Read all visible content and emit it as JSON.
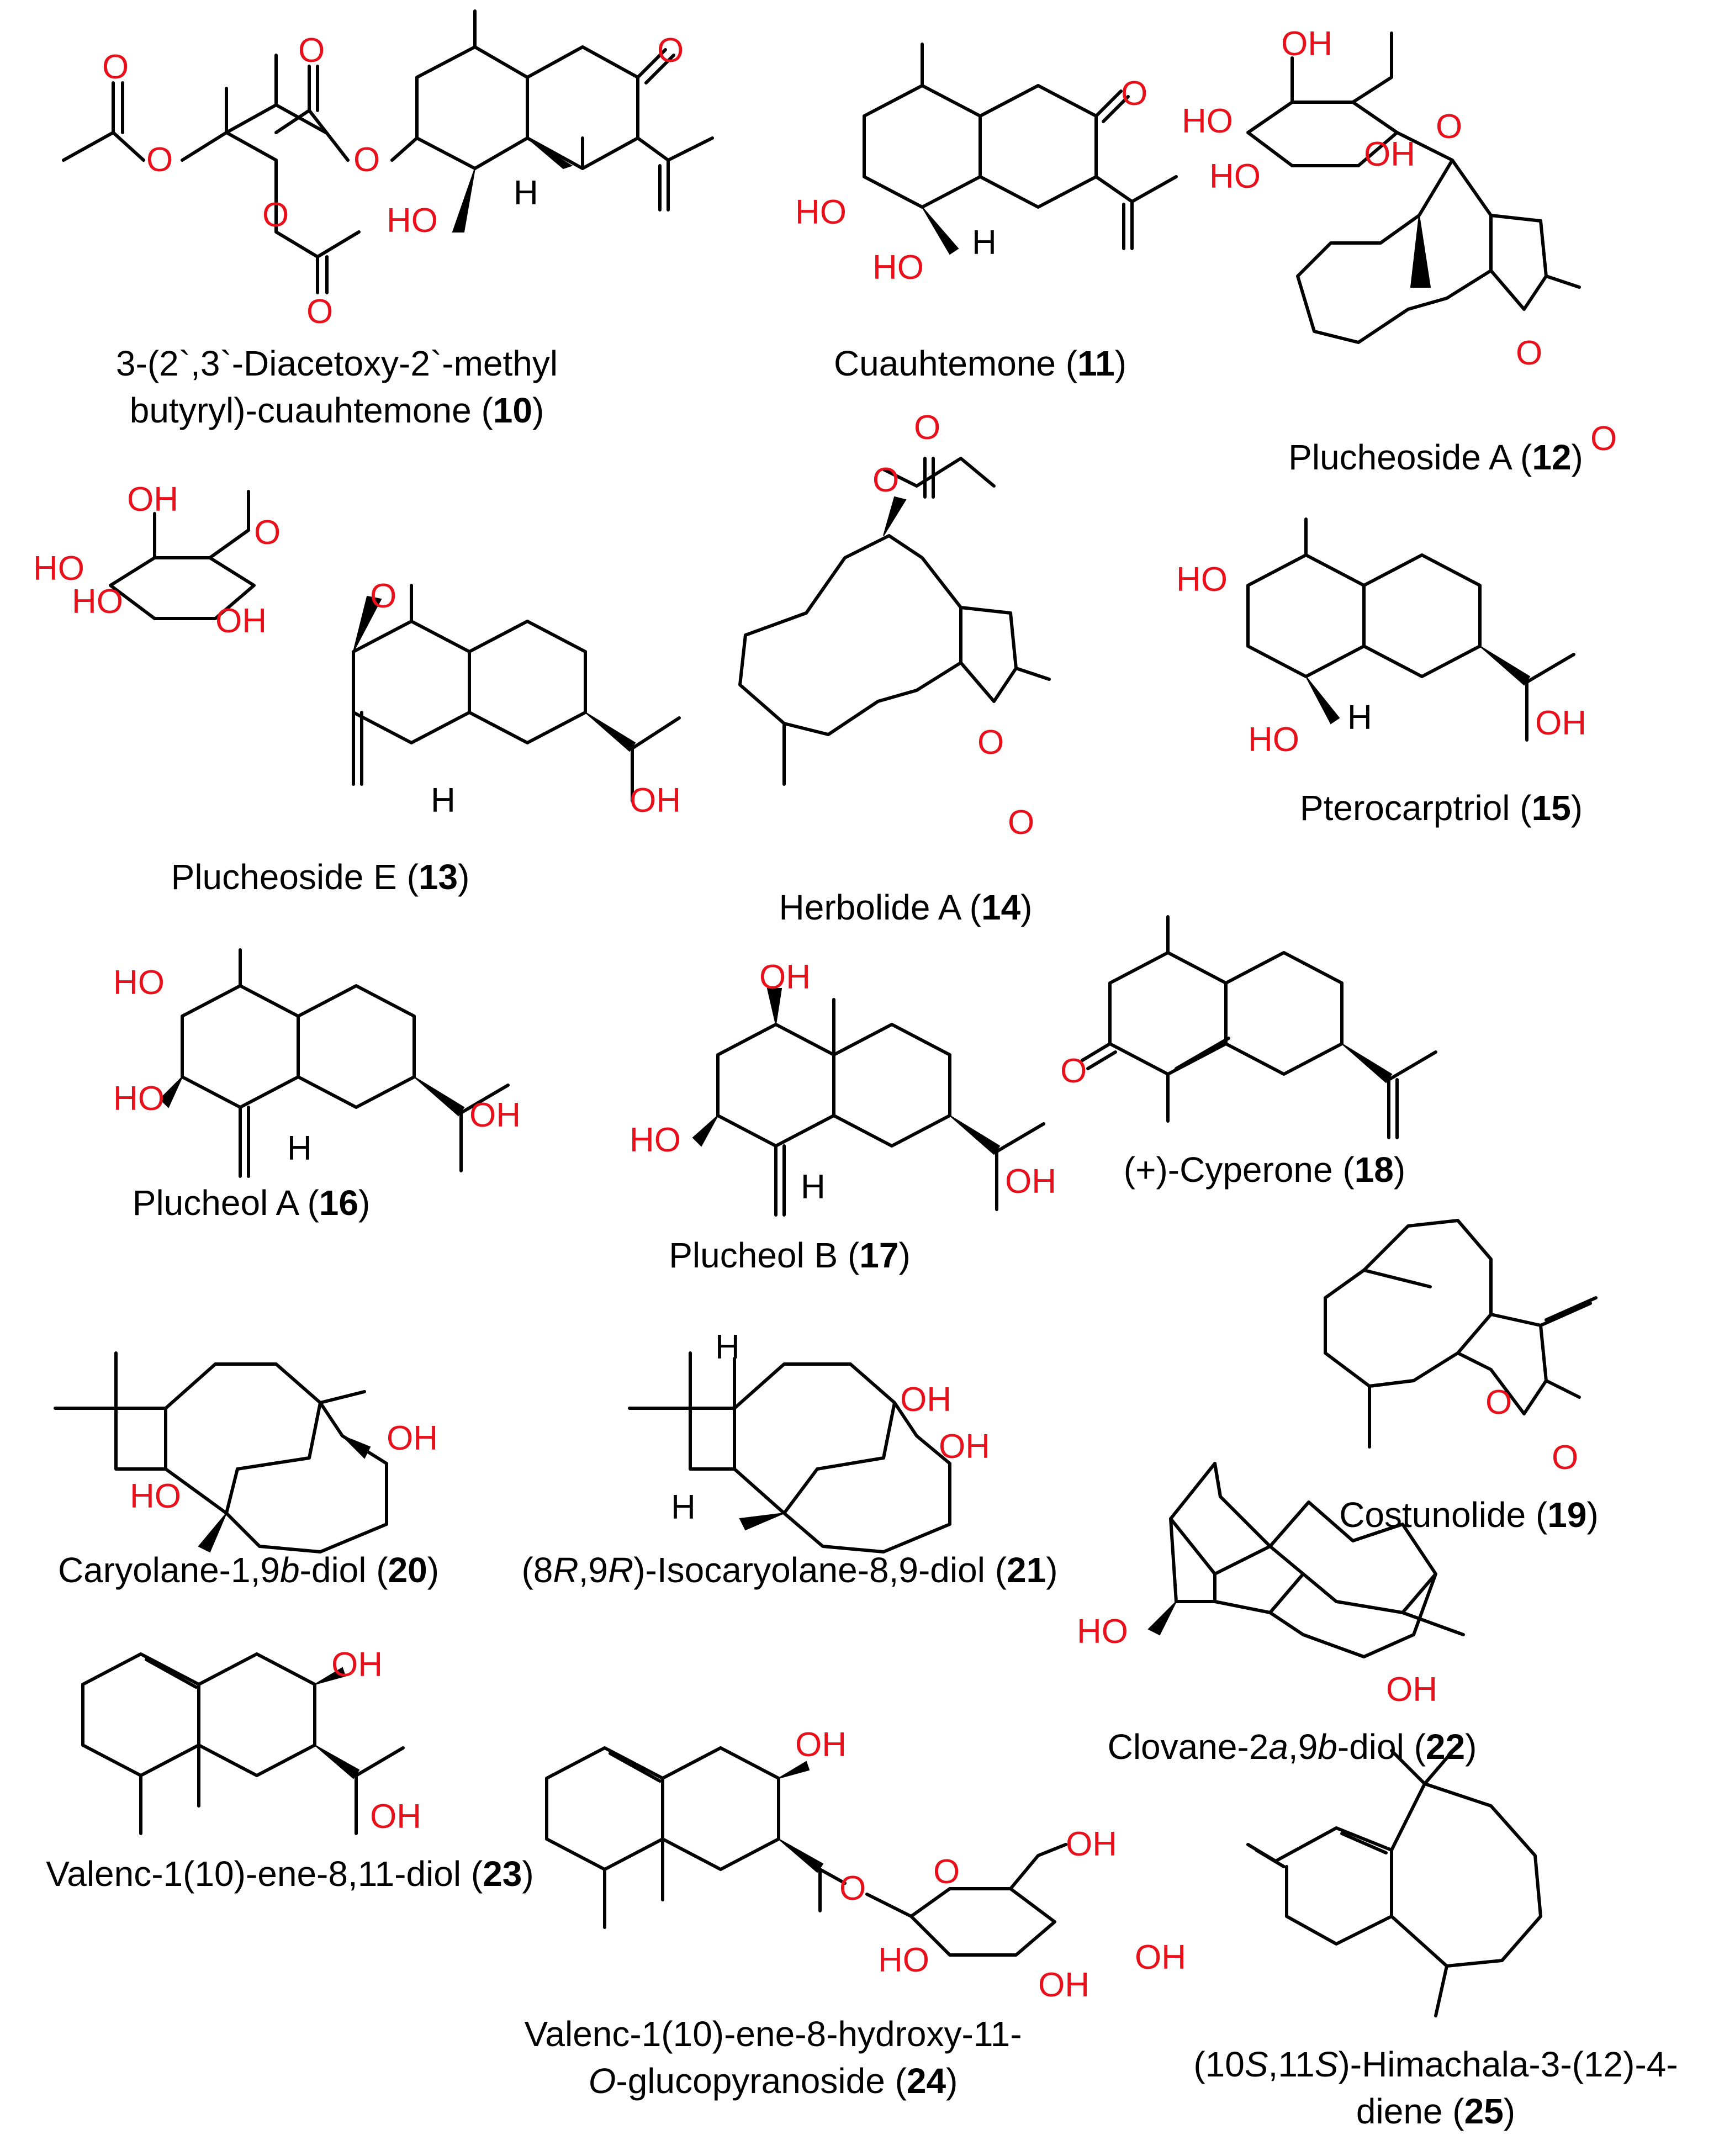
{
  "compounds": [
    {
      "id": "10",
      "caption_lines": [
        "3-(2`,3`-Diacetoxy-2`-methyl",
        "butyryl)-cuauhtemone ("
      ],
      "number": "10",
      "suffix": ")"
    },
    {
      "id": "11",
      "caption_pre": "Cuauhtemone (",
      "number": "11",
      "suffix": ")"
    },
    {
      "id": "12",
      "caption_pre": "Plucheoside A (",
      "number": "12",
      "suffix": ")"
    },
    {
      "id": "13",
      "caption_pre": "Plucheoside E (",
      "number": "13",
      "suffix": ")"
    },
    {
      "id": "14",
      "caption_pre": "Herbolide A (",
      "number": "14",
      "suffix": ")"
    },
    {
      "id": "15",
      "caption_pre": "Pterocarptriol (",
      "number": "15",
      "suffix": ")"
    },
    {
      "id": "16",
      "caption_pre": "Plucheol A (",
      "number": "16",
      "suffix": ")"
    },
    {
      "id": "17",
      "caption_pre": "Plucheol B (",
      "number": "17",
      "suffix": ")"
    },
    {
      "id": "18",
      "caption_pre": "(+)-Cyperone (",
      "number": "18",
      "suffix": ")"
    },
    {
      "id": "19",
      "caption_pre": "Costunolide (",
      "number": "19",
      "suffix": ")"
    },
    {
      "id": "20",
      "caption_pre": "Caryolane-1,9",
      "caption_italic": "b",
      "caption_post": "-diol (",
      "number": "20",
      "suffix": ")"
    },
    {
      "id": "21",
      "caption_pre": "(8",
      "caption_italic": "R",
      "caption_mid": ",9",
      "caption_italic2": "R",
      "caption_post": ")-Isocaryolane-8,9-diol (",
      "number": "21",
      "suffix": ")"
    },
    {
      "id": "22",
      "caption_pre": "Clovane-2",
      "caption_italic": "a",
      "caption_mid": ",9",
      "caption_italic2": "b",
      "caption_post": "-diol (",
      "number": "22",
      "suffix": ")"
    },
    {
      "id": "23",
      "caption_pre": "Valenc-1(10)-ene-8,11-diol (",
      "number": "23",
      "suffix": ")"
    },
    {
      "id": "24",
      "caption_line1": "Valenc-1(10)-ene-8-hydroxy-11-",
      "caption_italic": "O",
      "caption_post": "-glucopyranoside (",
      "number": "24",
      "suffix": ")"
    },
    {
      "id": "25",
      "caption_line1_pre": "(10",
      "caption_italic": "S",
      "caption_mid": ",11",
      "caption_italic2": "S",
      "caption_line1_post": ")-Himachala-3-(12)-4-",
      "caption_line2_pre": "diene (",
      "number": "25",
      "suffix": ")"
    }
  ],
  "atom_labels": {
    "O": "O",
    "OH": "OH",
    "HO": "HO",
    "H": "H"
  },
  "colors": {
    "heteroatom": "#e8101a",
    "bond": "#000000",
    "background": "#ffffff"
  }
}
